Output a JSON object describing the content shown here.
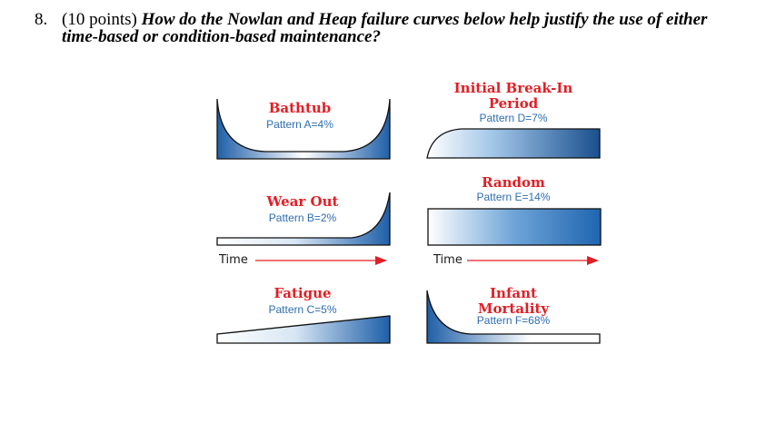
{
  "question": {
    "number": "8.",
    "points": "(10 points)",
    "text_line1": "How do the Nowlan and Heap failure curves below help justify the use of either",
    "text_line2": "time-based or condition-based maintenance?"
  },
  "patterns": {
    "bathtub": {
      "title": "Bathtub",
      "label": "Pattern A=4%"
    },
    "wear_out": {
      "title": "Wear Out",
      "label": "Pattern B=2%"
    },
    "fatigue": {
      "title": "Fatigue",
      "label": "Pattern C=5%"
    },
    "initial_break_in": {
      "title_line1": "Initial Break-In",
      "title_line2": "Period",
      "label": "Pattern D=7%"
    },
    "random": {
      "title": "Random",
      "label": "Pattern E=14%"
    },
    "infant_mortality": {
      "title_line1": "Infant",
      "title_line2": "Mortality",
      "label": "Pattern F=68%"
    }
  },
  "time_axis": {
    "label": "Time"
  },
  "colors": {
    "title_red": "#e31e24",
    "label_blue": "#2e6db0",
    "curve_blue_dark": "#1f5fa8",
    "curve_blue_light": "#ffffff",
    "arrow_red": "#e31e24"
  }
}
